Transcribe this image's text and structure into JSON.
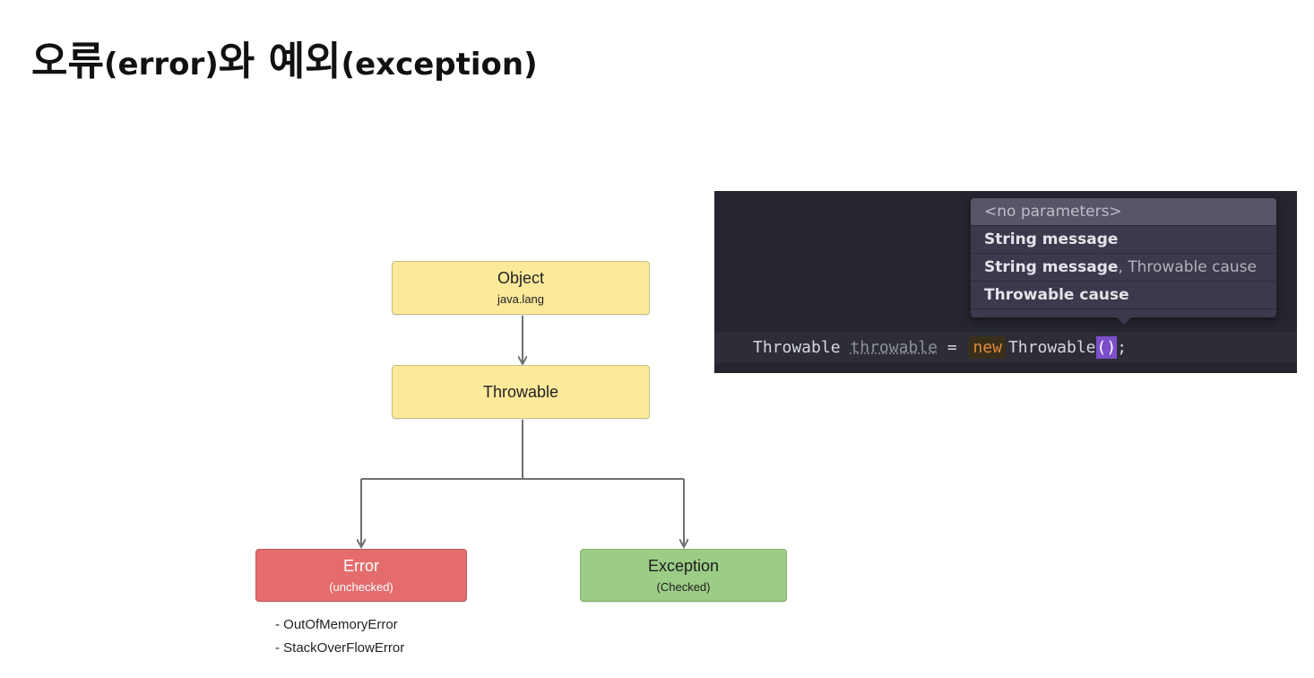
{
  "title": {
    "part1": "오류",
    "part2": "(error)",
    "part3": "와 예외",
    "part4": "(exception)"
  },
  "diagram": {
    "nodes": {
      "object": {
        "name": "Object",
        "sub": "java.lang"
      },
      "throwable": {
        "name": "Throwable"
      },
      "error": {
        "name": "Error",
        "sub": "(unchecked)"
      },
      "exception": {
        "name": "Exception",
        "sub": "(Checked)"
      }
    },
    "error_examples": [
      "- OutOfMemoryError",
      "- StackOverFlowError"
    ],
    "colors": {
      "object": "#fde99a",
      "throwable": "#fde99a",
      "error": "#e46c6c",
      "exception": "#9ccd86"
    }
  },
  "ide": {
    "popup": {
      "items": [
        {
          "bold": "<no parameters>",
          "rest": ""
        },
        {
          "bold": "String message",
          "rest": ""
        },
        {
          "bold": "String message",
          "rest": ", Throwable cause"
        },
        {
          "bold": "Throwable cause",
          "rest": ""
        }
      ],
      "selected_index": 0
    },
    "code": {
      "type": "Throwable",
      "var": "throwable",
      "eq": " = ",
      "keyword": "new",
      "ctor": "Throwable",
      "parens": "()",
      "semicolon": ";"
    },
    "colors": {
      "background": "#25252f",
      "keyword": "#e08a3c",
      "paren_highlight": "#7c4fc8"
    }
  }
}
